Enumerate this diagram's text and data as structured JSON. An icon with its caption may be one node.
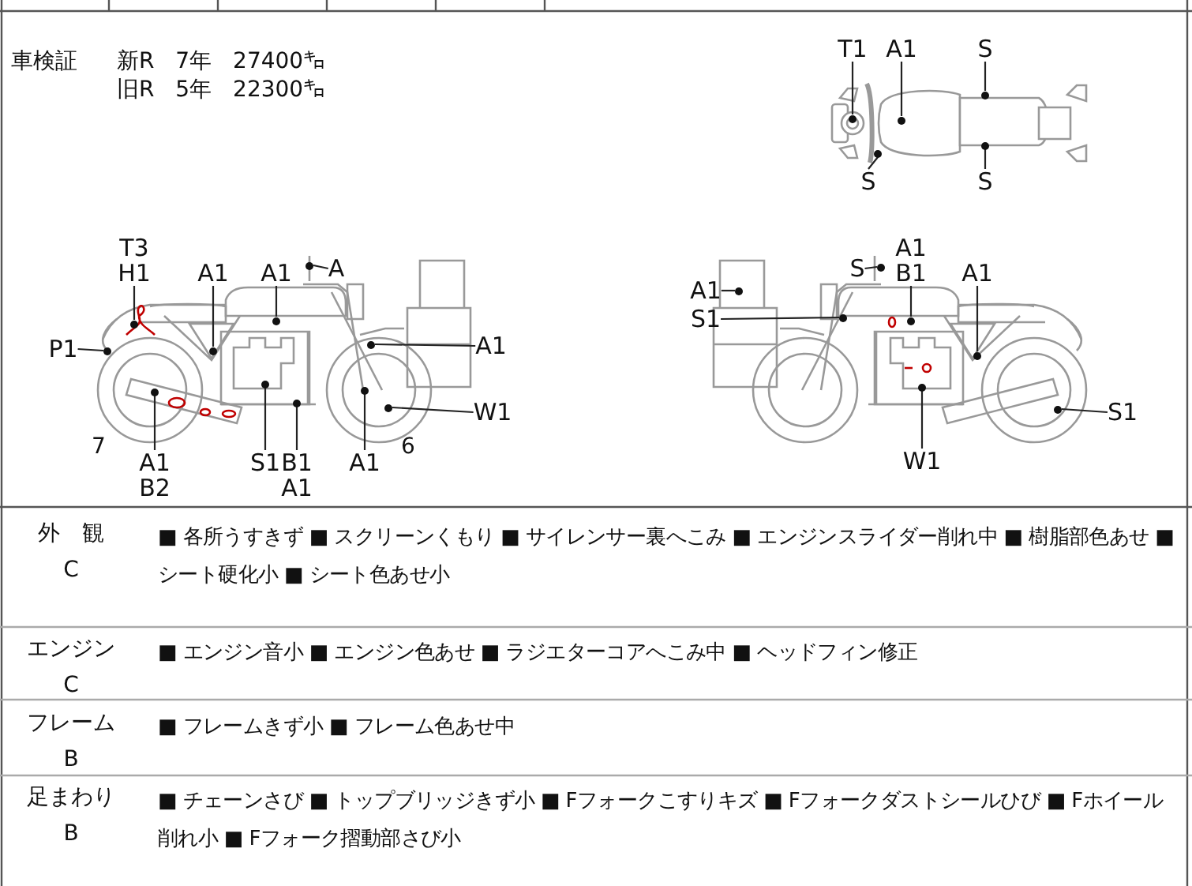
{
  "diagram": {
    "nodes": [
      {
        "text": [
          "T1"
        ]
      },
      {
        "text": [
          "A1"
        ]
      },
      {
        "text": [
          "S"
        ]
      },
      {
        "text": [
          "S"
        ]
      },
      {
        "text": [
          "S"
        ]
      },
      {
        "text": [
          "T3",
          "H1"
        ]
      },
      {
        "text": [
          "A1"
        ]
      },
      {
        "text": [
          "A1"
        ]
      },
      {
        "text": [
          "A"
        ]
      },
      {
        "text": [
          "P1"
        ]
      },
      {
        "text": [
          "A1"
        ]
      },
      {
        "text": [
          "W1"
        ]
      },
      {
        "text": [
          "A1",
          "B2"
        ]
      },
      {
        "text": [
          "S1"
        ]
      },
      {
        "text": [
          "B1",
          "A1"
        ]
      },
      {
        "text": [
          "A1"
        ]
      },
      {
        "text": [
          "A1",
          "B1"
        ]
      },
      {
        "text": [
          "S"
        ]
      },
      {
        "text": [
          "A1"
        ]
      },
      {
        "text": [
          "S1"
        ]
      },
      {
        "text": [
          "A1"
        ]
      },
      {
        "text": [
          "W1"
        ]
      },
      {
        "text": [
          "S1"
        ]
      },
      {
        "text": [],
        "shape": "circle"
      },
      {
        "text": [],
        "shape": "circle"
      },
      {
        "text": [],
        "shape": "circle"
      },
      {
        "text": [],
        "shape": "circle"
      },
      {
        "text": [],
        "shape": "circle"
      },
      {
        "text": [],
        "shape": "circle"
      },
      {
        "text": [],
        "shape": "circle"
      },
      {
        "text": [],
        "shape": "circle"
      },
      {
        "text": [],
        "shape": "circle"
      },
      {
        "text": [],
        "shape": "circle"
      },
      {
        "text": [],
        "shape": "circle"
      },
      {
        "text": [],
        "shape": "circle"
      },
      {
        "text": [],
        "shape": "circle"
      },
      {
        "text": [],
        "shape": "circle"
      },
      {
        "text": [],
        "shape": "circle"
      },
      {
        "text": [],
        "shape": "circle"
      },
      {
        "text": [],
        "shape": "circle"
      },
      {
        "text": [],
        "shape": "circle"
      },
      {
        "text": [],
        "shape": "circle"
      },
      {
        "text": [],
        "shape": "circle"
      },
      {
        "text": [],
        "shape": "circle"
      },
      {
        "text": [],
        "shape": "circle"
      },
      {
        "text": [],
        "shape": "circle"
      }
    ],
    "edges": [
      {
        "from": 0,
        "to": 23,
        "arrow": "none"
      },
      {
        "from": 1,
        "to": 24,
        "arrow": "none"
      },
      {
        "from": 2,
        "to": 25,
        "arrow": "none"
      },
      {
        "from": 3,
        "to": 26,
        "arrow": "none"
      },
      {
        "from": 4,
        "to": 27,
        "arrow": "none"
      },
      {
        "from": 5,
        "to": 28,
        "arrow": "none"
      },
      {
        "from": 6,
        "to": 29,
        "arrow": "none"
      },
      {
        "from": 7,
        "to": 30,
        "arrow": "none"
      },
      {
        "from": 8,
        "to": 31,
        "arrow": "none"
      },
      {
        "from": 9,
        "to": 32,
        "arrow": "none"
      },
      {
        "from": 10,
        "to": 33,
        "arrow": "none"
      },
      {
        "from": 11,
        "to": 34,
        "arrow": "none"
      },
      {
        "from": 12,
        "to": 35,
        "arrow": "none"
      },
      {
        "from": 13,
        "to": 36,
        "arrow": "none"
      },
      {
        "from": 14,
        "to": 37,
        "arrow": "none"
      },
      {
        "from": 15,
        "to": 38,
        "arrow": "none"
      },
      {
        "from": 16,
        "to": 39,
        "arrow": "none"
      },
      {
        "from": 17,
        "to": 40,
        "arrow": "none"
      },
      {
        "from": 18,
        "to": 41,
        "arrow": "none"
      },
      {
        "from": 19,
        "to": 42,
        "arrow": "none"
      },
      {
        "from": 20,
        "to": 43,
        "arrow": "none"
      },
      {
        "from": 21,
        "to": 44,
        "arrow": "none"
      },
      {
        "from": 22,
        "to": 45,
        "arrow": "none"
      }
    ],
    "labels": [
      "車検証",
      "新R 7年 27400㌔",
      "旧R 5年 22300㌔",
      "7",
      "6",
      "外　観",
      "C",
      "■ 各所うすきず ■ スクリーンくもり ■ サイレンサー裏へこみ ■ エンジンスライダー削れ中 ■ 樹脂部色あせ ■ シート硬化小 ■ シート色あせ小",
      "エンジン",
      "C",
      "■ エンジン音小 ■ エンジン色あせ ■ ラジエターコアへこみ中 ■ ヘッドフィン修正",
      "フレーム",
      "B",
      "■ フレームきず小 ■ フレーム色あせ中",
      "足まわり",
      "B",
      "■ チェーンさび ■ トップブリッジきず小 ■ Fフォークこすりキズ ■ Fフォークダストシールひび ■ Fホイール削れ小 ■ Fフォーク摺動部さび小"
    ]
  }
}
